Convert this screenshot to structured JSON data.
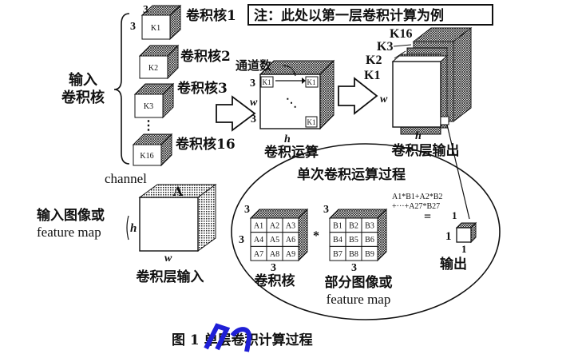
{
  "note": "注：此处以第一层卷积计算为例",
  "kernels_label": [
    "输入",
    "卷积核"
  ],
  "kernels": [
    {
      "label": "卷积核1",
      "tag": "K1"
    },
    {
      "label": "卷积核2",
      "tag": "K2"
    },
    {
      "label": "卷积核3",
      "tag": "K3"
    },
    {
      "label": "卷积核16",
      "tag": "K16"
    }
  ],
  "dim_3": "3",
  "dim_h": "h",
  "dim_w": "w",
  "dim_1": "1",
  "channel_count_label": "通道数",
  "conv_op_label": "卷积运算",
  "output_layer_label": "卷积层输出",
  "output_tags": [
    "K16",
    "K3",
    "K2",
    "K1"
  ],
  "single_conv_title": "单次卷积运算过程",
  "channel_label": "channel",
  "input_block_letter": "A",
  "input_label": [
    "输入图像或",
    "feature map"
  ],
  "input_layer_label": "卷积层输入",
  "kernel_grid": [
    "A1",
    "A2",
    "A3",
    "A4",
    "A5",
    "A6",
    "A7",
    "A8",
    "A9"
  ],
  "patch_grid": [
    "B1",
    "B2",
    "B3",
    "B4",
    "B5",
    "B6",
    "B7",
    "B8",
    "B9"
  ],
  "times_symbol": "*",
  "equals_symbol": "=",
  "formula": [
    "A1*B1+A2*B2",
    "+···+A27*B27"
  ],
  "kernel_grid_label": "卷积核",
  "patch_label": [
    "部分图像或",
    "feature map"
  ],
  "out_label": "输出",
  "caption": "图 1   单层卷积计算过程",
  "colors": {
    "line": "#111111",
    "bg": "#ffffff",
    "watermark": "#1f1fd6"
  }
}
